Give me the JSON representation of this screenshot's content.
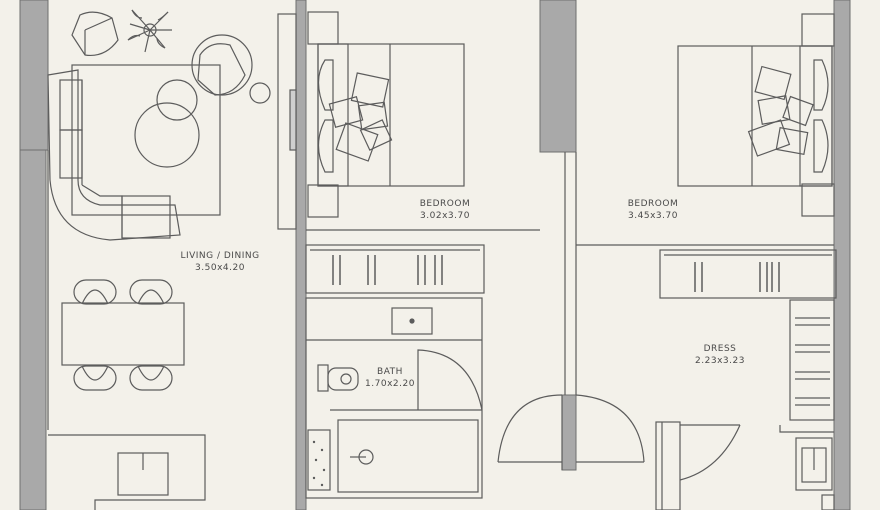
{
  "rooms": {
    "living": {
      "name": "LIVING / DINING",
      "size": "3.50x4.20"
    },
    "bedroom_1": {
      "name": "BEDROOM",
      "size": "3.02x3.70"
    },
    "bedroom_2": {
      "name": "BEDROOM",
      "size": "3.45x3.70"
    },
    "bath": {
      "name": "BATH",
      "size": "1.70x2.20"
    },
    "dress": {
      "name": "DRESS",
      "size": "2.23x3.23"
    }
  },
  "colors": {
    "background": "#f3f1ea",
    "wall": "#a9a9a9",
    "line": "#5c5c5c"
  }
}
